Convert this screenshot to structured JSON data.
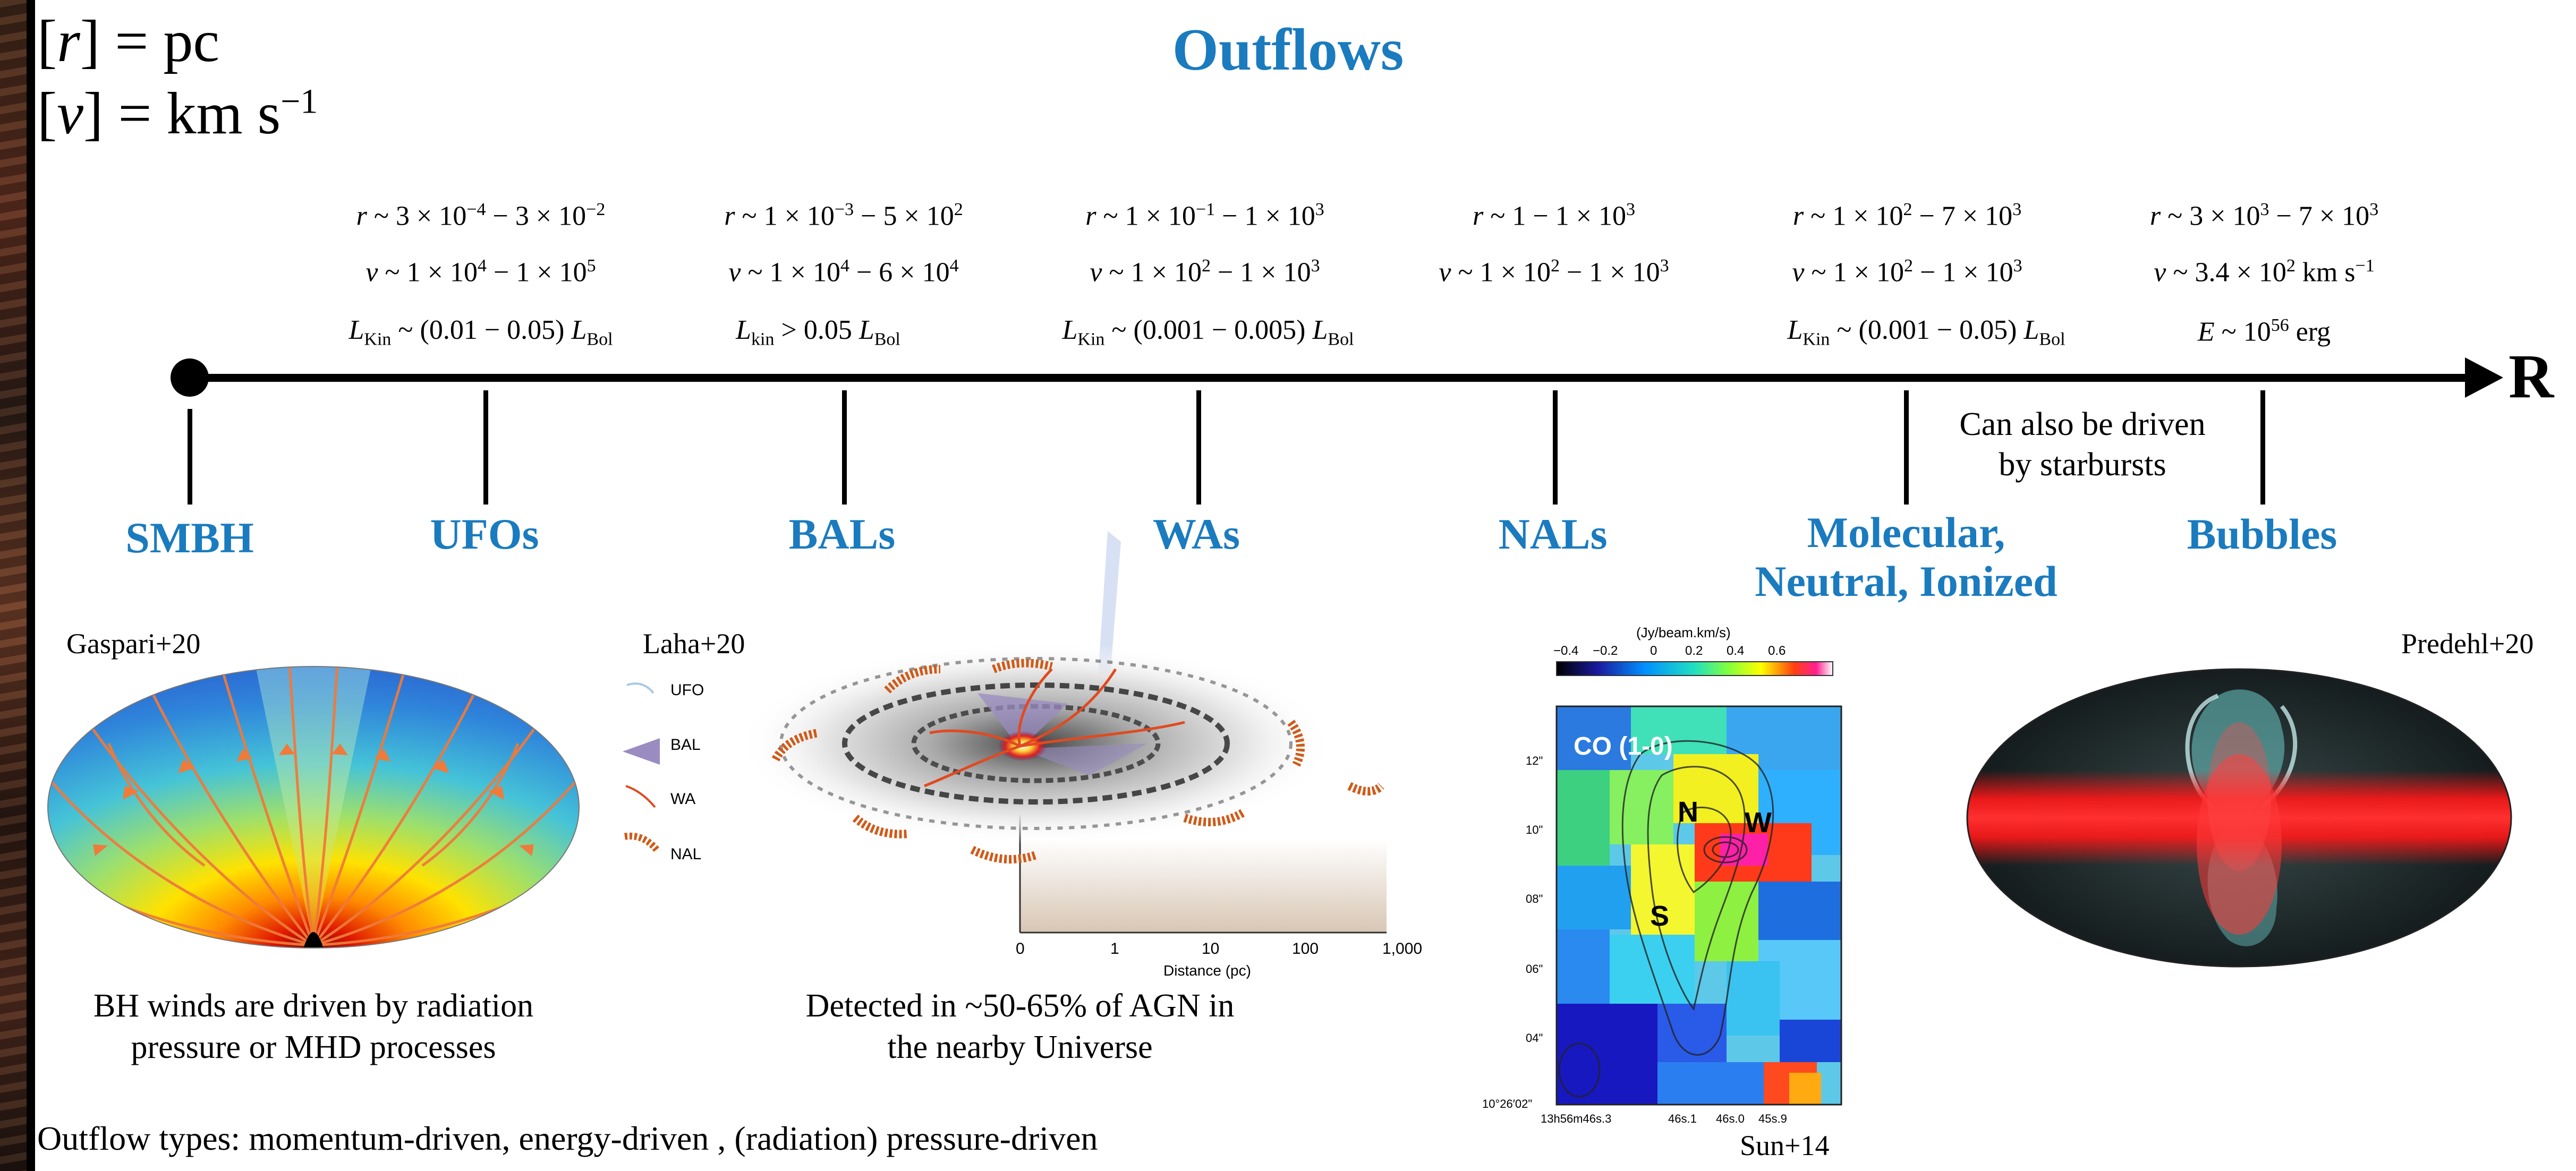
{
  "units": {
    "r_pre": "[",
    "r_var": "r",
    "r_post": "] = pc",
    "v_pre": "[",
    "v_var": "v",
    "v_post": "] = km s",
    "v_exp": "−1"
  },
  "title": "Outflows",
  "axis_end_label": "R",
  "props": {
    "ufo": {
      "r": {
        "a": "3 × 10",
        "ae": "−4",
        "b": " − 3 × 10",
        "be": "−2"
      },
      "v": {
        "a": "1 × 10",
        "ae": "4",
        "b": " − 1 × 10",
        "be": "5"
      },
      "l": {
        "pre": "L",
        "sub": "Kin",
        "mid": " ~ (0.01 − 0.05) ",
        "pre2": "L",
        "sub2": "Bol"
      }
    },
    "bal": {
      "r": {
        "a": "1 × 10",
        "ae": "−3",
        "b": " − 5 × 10",
        "be": "2"
      },
      "v": {
        "a": "1 × 10",
        "ae": "4",
        "b": " − 6 × 10",
        "be": "4"
      },
      "l": {
        "pre": "L",
        "sub": "kin",
        "mid": " > 0.05 ",
        "pre2": "L",
        "sub2": "Bol"
      }
    },
    "wa": {
      "r": {
        "a": "1 × 10",
        "ae": "−1",
        "b": " − 1 × 10",
        "be": "3"
      },
      "v": {
        "a": "1 × 10",
        "ae": "2",
        "b": " − 1 × 10",
        "be": "3"
      },
      "l": {
        "pre": "L",
        "sub": "Kin",
        "mid": " ~ (0.001 − 0.005) ",
        "pre2": "L",
        "sub2": "Bol"
      }
    },
    "nal": {
      "r": {
        "a": "1 − 1 × 10",
        "ae": "3",
        "b": "",
        "be": ""
      },
      "v": {
        "a": "1 × 10",
        "ae": "2",
        "b": " − 1 × 10",
        "be": "3"
      }
    },
    "mol": {
      "r": {
        "a": "1 × 10",
        "ae": "2",
        "b": " − 7 × 10",
        "be": "3"
      },
      "v": {
        "a": "1 × 10",
        "ae": "2",
        "b": " − 1 × 10",
        "be": "3"
      },
      "l": {
        "pre": "L",
        "sub": "Kin",
        "mid": " ~ (0.001 − 0.05) ",
        "pre2": "L",
        "sub2": "Bol"
      }
    },
    "bub": {
      "r": {
        "a": "3 × 10",
        "ae": "3",
        "b": " − 7 × 10",
        "be": "3"
      },
      "v": {
        "a": "3.4 × 10",
        "ae": "2",
        "b": " km s",
        "be": "−1"
      },
      "e": {
        "pre": "E",
        "mid": " ~ 10",
        "exp": "56",
        "post": " erg"
      }
    }
  },
  "tilde": " ~ ",
  "var_r": "r",
  "var_v": "v",
  "categories": {
    "smbh": "SMBH",
    "ufo": "UFOs",
    "bal": "BALs",
    "wa": "WAs",
    "nal": "NALs",
    "mol_line1": "Molecular,",
    "mol_line2": "Neutral, Ionized",
    "bub": "Bubbles"
  },
  "starburst_note": {
    "line1": "Can also be driven",
    "line2": "by starbursts"
  },
  "credits": {
    "gaspari": "Gaspari+20",
    "laha": "Laha+20",
    "sun": "Sun+14",
    "predehl": "Predehl+20"
  },
  "captions": {
    "winds_line1": "BH winds are driven by radiation",
    "winds_line2": "pressure or MHD processes",
    "detected_line1": "Detected in ~50-65% of AGN in",
    "detected_line2": "the nearby Universe"
  },
  "footer": "Outflow types: momentum-driven, energy-driven , (radiation) pressure-driven",
  "laha_legend": [
    "UFO",
    "BAL",
    "WA",
    "NAL"
  ],
  "laha_axis": {
    "title": "Distance (pc)",
    "ticks": [
      "0",
      "1",
      "10",
      "100",
      "1,000"
    ]
  },
  "co_map": {
    "label": "CO (1-0)",
    "colorbar_unit": "(Jy/beam.km/s)",
    "colorbar_ticks": [
      "−0.4",
      "−0.2",
      "0",
      "0.2",
      "0.4",
      "0.6"
    ],
    "y_ticks": [
      "12\"",
      "10\"",
      "08\"",
      "06\"",
      "04\"",
      "10°26′02\""
    ],
    "x_ticks": [
      "13h56m46s.3",
      "46s.1",
      "46s.0",
      "45s.9"
    ],
    "region_labels": [
      "N",
      "W",
      "S"
    ]
  },
  "colors": {
    "accent_blue": "#1a7bbf",
    "axis": "#000000"
  }
}
